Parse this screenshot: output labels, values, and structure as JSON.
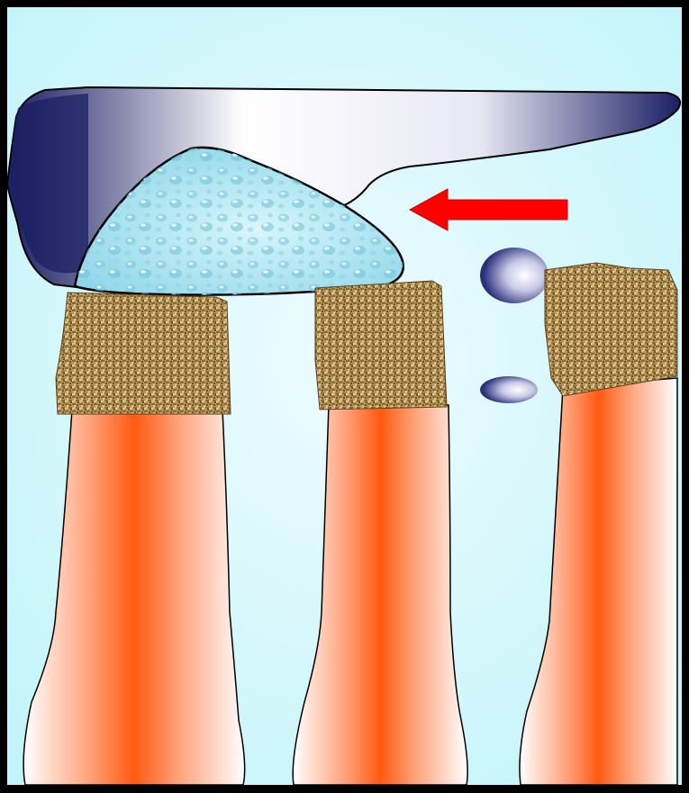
{
  "diagram": {
    "colors": {
      "frame": "#000000",
      "background_light": "#e9fbff",
      "background_cyan": "#c7f6fb",
      "upper_body_dark": "#1b1f63",
      "upper_body_light": "#ffffff",
      "fluid_blob": "#aee6f2",
      "arrow": "#ff0000",
      "bead_dark": "#2b2f7a",
      "pillar_core": "#ff6010",
      "pillar_edge": "#ffffff",
      "cap_texture": "#9a7a3e"
    },
    "elements": {
      "upper_body": "upper-body-shape",
      "fluid_blob": "fluid-blob",
      "arrow_direction": "left",
      "beads": [
        "bead-large",
        "bead-small"
      ],
      "pillars": [
        "pillar-left",
        "pillar-middle",
        "pillar-right"
      ],
      "caps": [
        "cap-left",
        "cap-middle",
        "cap-right"
      ]
    }
  }
}
